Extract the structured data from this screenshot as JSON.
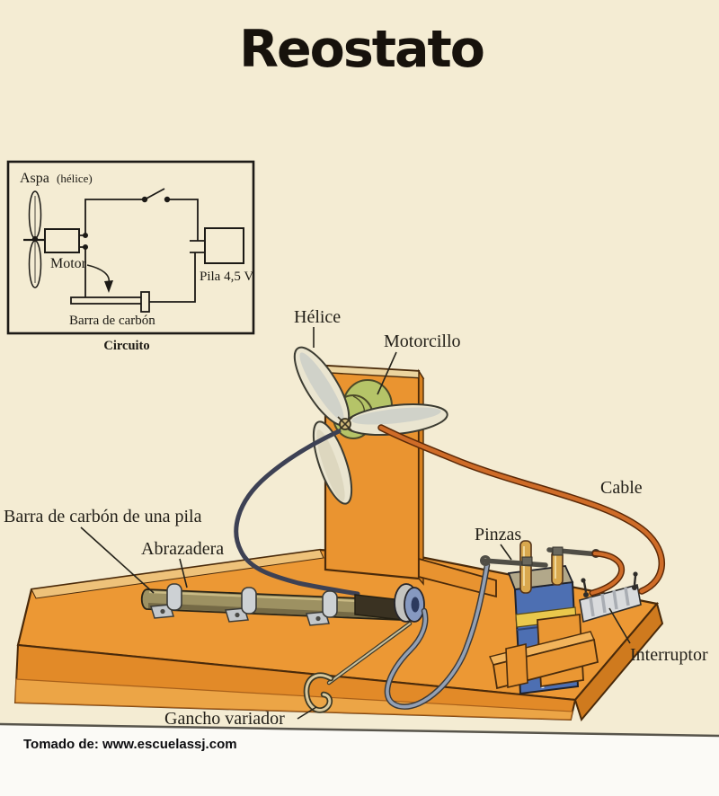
{
  "page": {
    "title": "Reostato",
    "credit": "Tomado de: www.escuelassj.com",
    "background_color": "#f4ecd3"
  },
  "circuit_inset": {
    "caption": "Circuito",
    "labels": {
      "aspa": "Aspa",
      "aspa_detail": "(hélice)",
      "motor": "Motor",
      "pila": "Pila 4,5 V",
      "barra": "Barra de carbón"
    }
  },
  "illustration": {
    "labels": {
      "helice": "Hélice",
      "motorcillo": "Motorcillo",
      "cable": "Cable",
      "pinzas": "Pinzas",
      "barra_carbon": "Barra de carbón de una pila",
      "abrazadera": "Abrazadera",
      "interruptor": "Interruptor",
      "gancho": "Gancho variador"
    }
  },
  "colors": {
    "background_cream": "#f4ecd3",
    "wood_orange": "#ec9834",
    "wood_front": "#e28a28",
    "motor_green": "#b5c468",
    "battery_blue": "#4d6fb2",
    "battery_stripe_yellow": "#eac84c",
    "cable_orange": "#cf6c28",
    "carbon_bar_olive": "#9d9162",
    "metal_grey": "#cdd1d4",
    "ink_black": "#221f18"
  }
}
